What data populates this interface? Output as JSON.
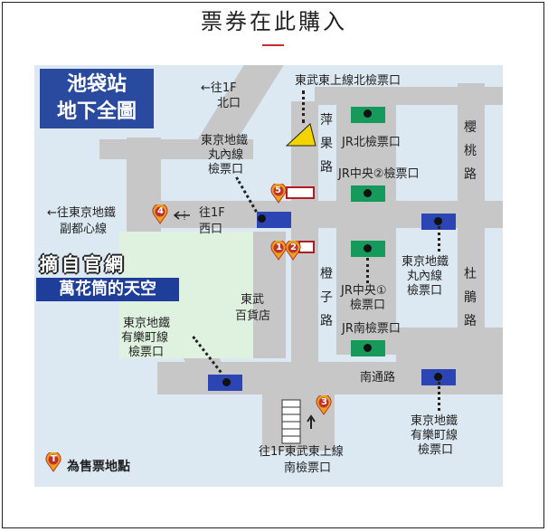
{
  "header": {
    "title": "票券在此購入"
  },
  "map": {
    "title_line1": "池袋站",
    "title_line2": "地下全圖",
    "labels": {
      "north_exit_arrow": "←往1F",
      "north_exit": "北口",
      "tobu_north_gate": "東武東上線北檢票口",
      "marunouchi_nw_1": "東京地鐵",
      "marunouchi_nw_2": "丸內線",
      "marunouchi_nw_3": "檢票口",
      "fukutoshin_1": "←往東京地鐵",
      "fukutoshin_2": "副都心線",
      "west_exit_1": "往1F",
      "west_exit_2": "西口",
      "jr_north_gate": "JR北檢票口",
      "jr_chuo2_gate": "JR中央②檢票口",
      "jr_chuo1_1": "JR中央①",
      "jr_chuo1_2": "檢票口",
      "jr_south_gate": "JR南檢票口",
      "marunouchi_e_1": "東京地鐵",
      "marunouchi_e_2": "丸內線",
      "marunouchi_e_3": "檢票口",
      "tobu_dept_1": "東武",
      "tobu_dept_2": "百貨店",
      "yurakucho_w_1": "東京地鐵",
      "yurakucho_w_2": "有樂町線",
      "yurakucho_w_3": "檢票口",
      "south_passage": "南通路",
      "yurakucho_e_1": "東京地鐵",
      "yurakucho_e_2": "有樂町線",
      "yurakucho_e_3": "檢票口",
      "tobu_south_1": "往1F東武東上線",
      "tobu_south_2": "南檢票口",
      "street_hoka": "萍果路",
      "street_sakura": "櫻桃路",
      "street_ishi": "橙子路",
      "street_tsutsuji": "杜鵑路"
    },
    "watermark_line1": "摘自官網",
    "watermark_line2": "萬花筒的天空",
    "legend": {
      "pin_letter": "T",
      "text": "為售票地點"
    },
    "pins": [
      "1",
      "2",
      "3",
      "4",
      "5"
    ],
    "colors": {
      "pin": "#e8a21c",
      "pin_border": "#c0312b",
      "jr_gate": "#169a5c",
      "metro_gate": "#2b46b4",
      "title_bg": "#2a4aa0"
    }
  }
}
